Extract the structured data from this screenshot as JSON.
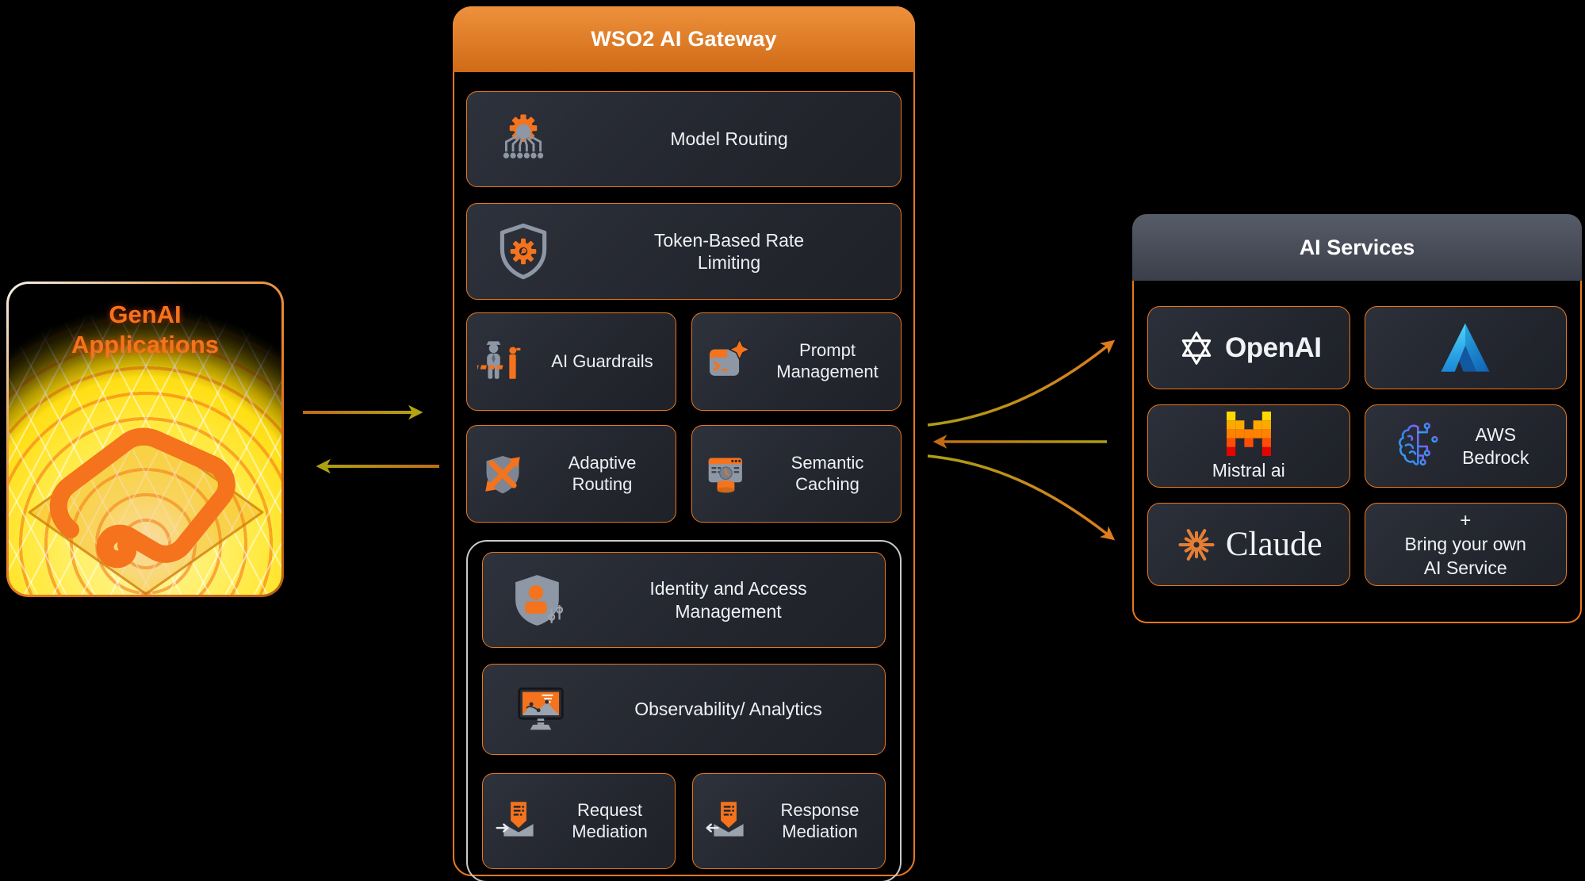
{
  "genai": {
    "title_line1": "GenAI",
    "title_line2": "Applications"
  },
  "gateway": {
    "title": "WSO2 AI Gateway",
    "features": [
      {
        "label": "Model Routing",
        "icon": "gear-network-icon"
      },
      {
        "label": "Token-Based Rate Limiting",
        "icon": "shield-gear-icon"
      },
      {
        "label": "AI Guardrails",
        "icon": "guard-turnstile-icon"
      },
      {
        "label": "Prompt Management",
        "icon": "terminal-sparkle-icon"
      },
      {
        "label": "Adaptive Routing",
        "icon": "crossed-arrows-shield-icon"
      },
      {
        "label": "Semantic Caching",
        "icon": "browser-clock-database-icon"
      }
    ],
    "core": [
      {
        "label": "Identity and Access Management",
        "icon": "shield-user-icon"
      },
      {
        "label": "Observability/ Analytics",
        "icon": "monitor-chart-icon"
      },
      {
        "label": "Request Mediation",
        "icon": "document-inbox-right-arrow-icon"
      },
      {
        "label": "Response Mediation",
        "icon": "document-inbox-left-arrow-icon"
      }
    ]
  },
  "ai_services": {
    "title": "AI Services",
    "providers": {
      "openai": {
        "label": "OpenAI",
        "icon": "openai-logo-icon"
      },
      "azure": {
        "icon": "azure-logo-icon"
      },
      "mistral": {
        "label": "Mistral ai",
        "icon": "mistral-logo-icon"
      },
      "aws_bedrock": {
        "label": "AWS Bedrock",
        "icon": "bedrock-brain-circuit-icon"
      },
      "claude": {
        "label": "Claude",
        "icon": "claude-starburst-icon"
      },
      "byo": {
        "plus": "+",
        "line1": "Bring your own",
        "line2": "AI Service"
      }
    }
  },
  "colors": {
    "accent_orange": "#F4731C",
    "panel_border_orange": "#E8771E",
    "gateway_header_top": "#EE913C",
    "gateway_header_bottom": "#D06A16",
    "services_header_gray": "#4A4E59",
    "card_background": "#23262E",
    "icon_gray": "#8D97A5",
    "arrow_olive": "#ADA014",
    "group_border_gray": "#C9C9C9",
    "genai_glow_yellow": "#FFD900",
    "azure_blue_light": "#35C1F1",
    "azure_blue_dark": "#1373C8",
    "bedrock_blue": "#3B82F6",
    "bedrock_purple": "#8B5CF6",
    "mistral_yellow": "#FFD800",
    "mistral_red": "#E10500",
    "claude_orange": "#E57E35",
    "text_white": "#F1F2F6"
  }
}
